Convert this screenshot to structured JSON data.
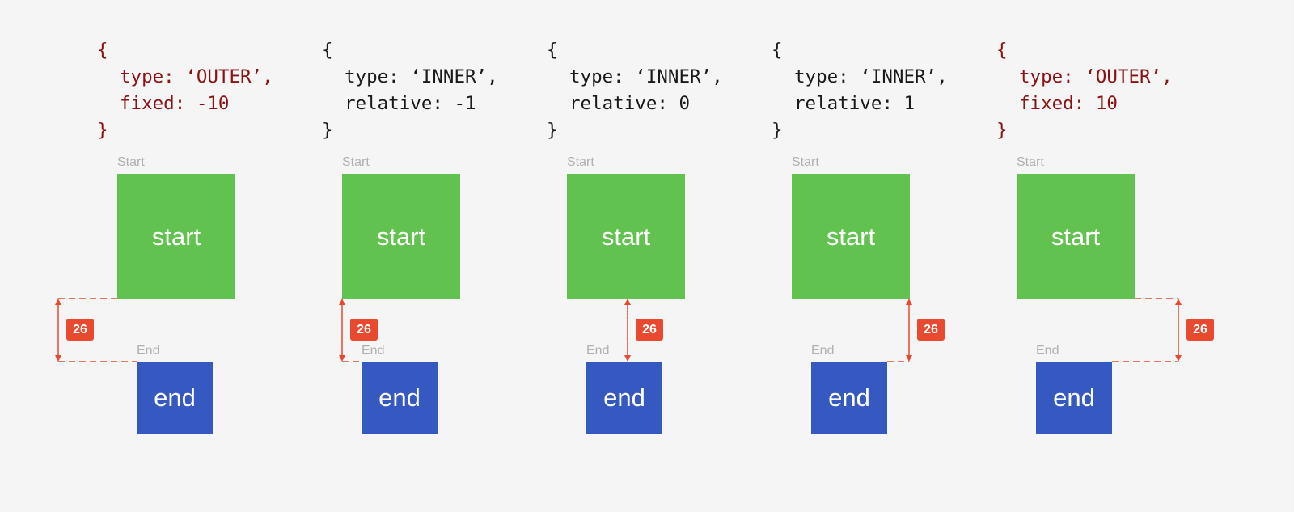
{
  "accent_colors": {
    "code_outer": "#8b1212",
    "start_box": "#62c24f",
    "end_box": "#3559c0",
    "measure": "#e8492f"
  },
  "panels": [
    {
      "variant": "outer-left",
      "code_open": "{",
      "code_line1": "type: ‘OUTER’,",
      "code_line2": "fixed: -10",
      "code_close": "}",
      "start_caption": "Start",
      "start_text": "start",
      "end_caption": "End",
      "end_text": "end",
      "gap_value": "26"
    },
    {
      "variant": "inner-left",
      "code_open": "{",
      "code_line1": "type: ‘INNER’,",
      "code_line2": "relative: -1",
      "code_close": "}",
      "start_caption": "Start",
      "start_text": "start",
      "end_caption": "End",
      "end_text": "end",
      "gap_value": "26"
    },
    {
      "variant": "center",
      "code_open": "{",
      "code_line1": "type: ‘INNER’,",
      "code_line2": "relative: 0",
      "code_close": "}",
      "start_caption": "Start",
      "start_text": "start",
      "end_caption": "End",
      "end_text": "end",
      "gap_value": "26"
    },
    {
      "variant": "inner-right",
      "code_open": "{",
      "code_line1": "type: ‘INNER’,",
      "code_line2": "relative: 1",
      "code_close": "}",
      "start_caption": "Start",
      "start_text": "start",
      "end_caption": "End",
      "end_text": "end",
      "gap_value": "26"
    },
    {
      "variant": "outer-right",
      "code_open": "{",
      "code_line1": "type: ‘OUTER’,",
      "code_line2": "fixed: 10",
      "code_close": "}",
      "start_caption": "Start",
      "start_text": "start",
      "end_caption": "End",
      "end_text": "end",
      "gap_value": "26"
    }
  ]
}
